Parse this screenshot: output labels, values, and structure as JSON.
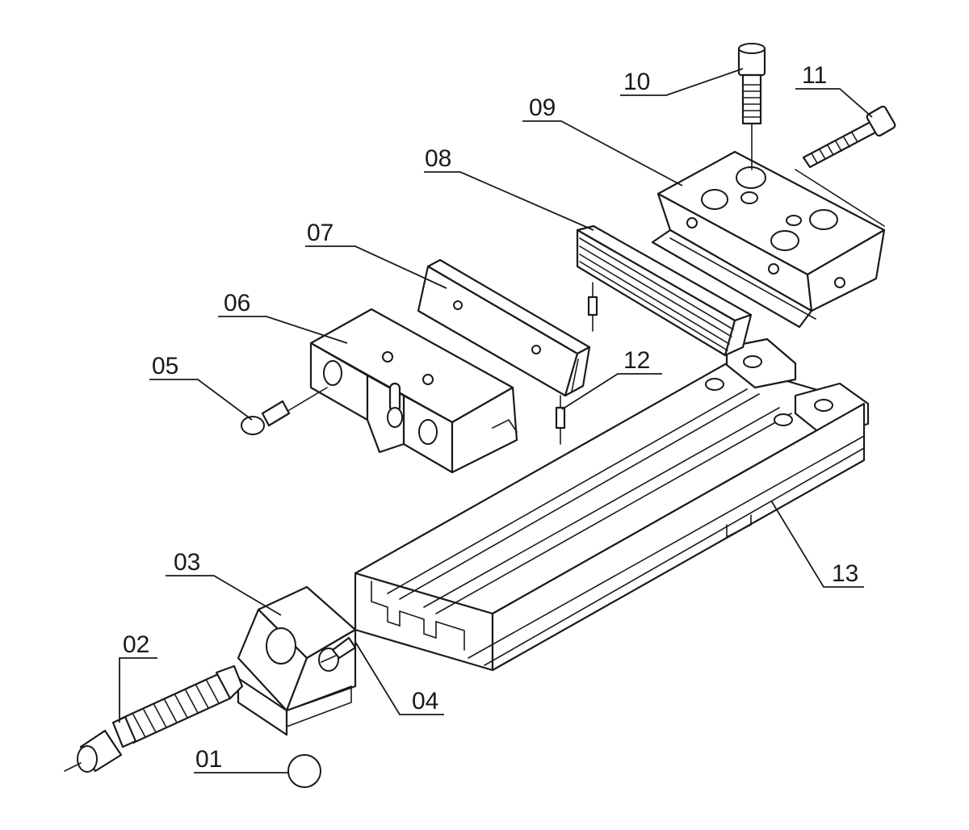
{
  "labels": {
    "p01": "01",
    "p02": "02",
    "p03": "03",
    "p04": "04",
    "p05": "05",
    "p06": "06",
    "p07": "07",
    "p08": "08",
    "p09": "09",
    "p10": "10",
    "p11": "11",
    "p12": "12",
    "p13": "13"
  }
}
